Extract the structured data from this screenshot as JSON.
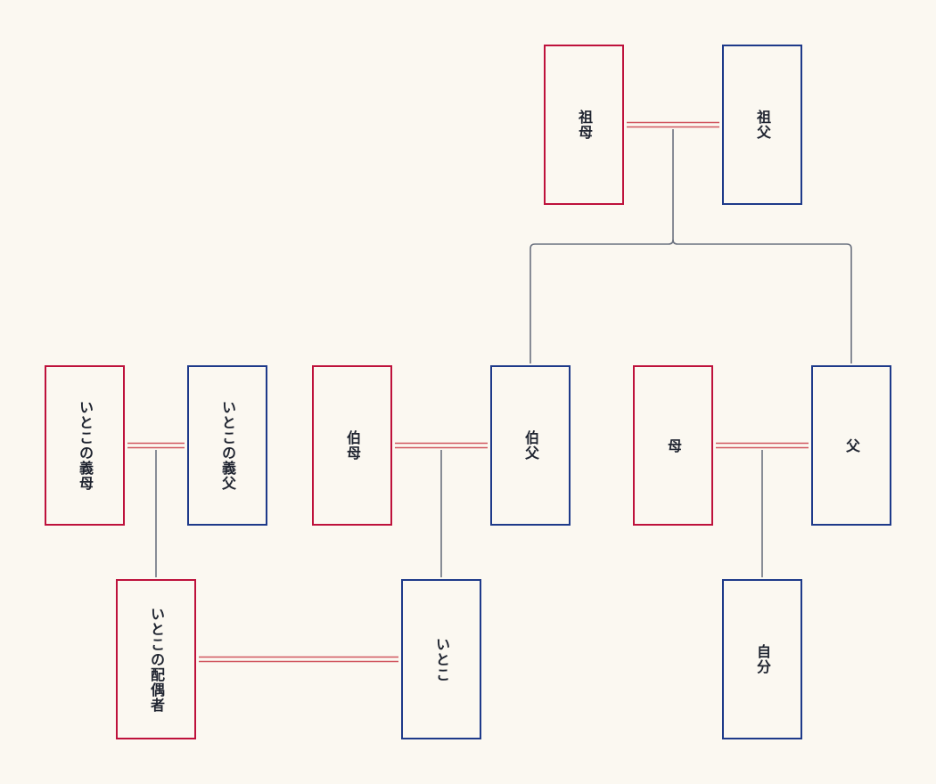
{
  "colors": {
    "background": "#fbf8f1",
    "female_border": "#be123c",
    "male_border": "#1e3a8a",
    "marriage_line": "#d15660",
    "descent_line": "#6b7280",
    "text": "#1f2430"
  },
  "people": {
    "grandmother": {
      "label": "祖母",
      "gender": "female"
    },
    "grandfather": {
      "label": "祖父",
      "gender": "male"
    },
    "cousin_mother_in_law": {
      "label": "いとこの義母",
      "gender": "female"
    },
    "cousin_father_in_law": {
      "label": "いとこの義父",
      "gender": "male"
    },
    "aunt": {
      "label": "伯母",
      "gender": "female"
    },
    "uncle": {
      "label": "伯父",
      "gender": "male"
    },
    "mother": {
      "label": "母",
      "gender": "female"
    },
    "father": {
      "label": "父",
      "gender": "male"
    },
    "cousin_spouse": {
      "label": "いとこの配偶者",
      "gender": "female"
    },
    "cousin": {
      "label": "いとこ",
      "gender": "male"
    },
    "self": {
      "label": "自分",
      "gender": "male"
    }
  }
}
